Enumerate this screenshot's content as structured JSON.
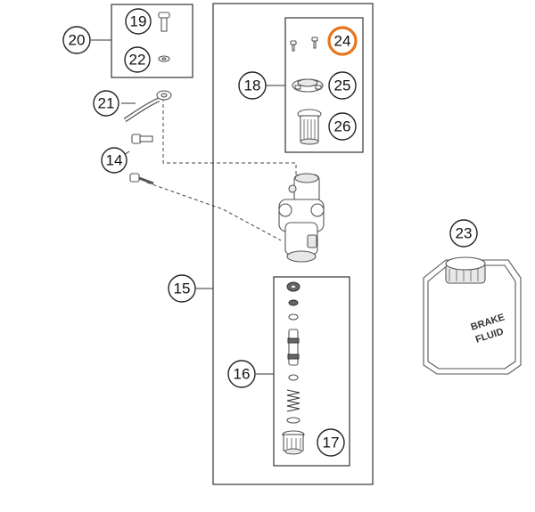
{
  "callouts": {
    "c14": "14",
    "c15": "15",
    "c16": "16",
    "c17": "17",
    "c18": "18",
    "c19": "19",
    "c20": "20",
    "c21": "21",
    "c22": "22",
    "c23": "23",
    "c24": "24",
    "c25": "25",
    "c26": "26"
  },
  "highlight": {
    "callout": "24",
    "color": "#e8741e"
  },
  "container_label": {
    "line1": "BRAKE",
    "line2": "FLUID"
  }
}
